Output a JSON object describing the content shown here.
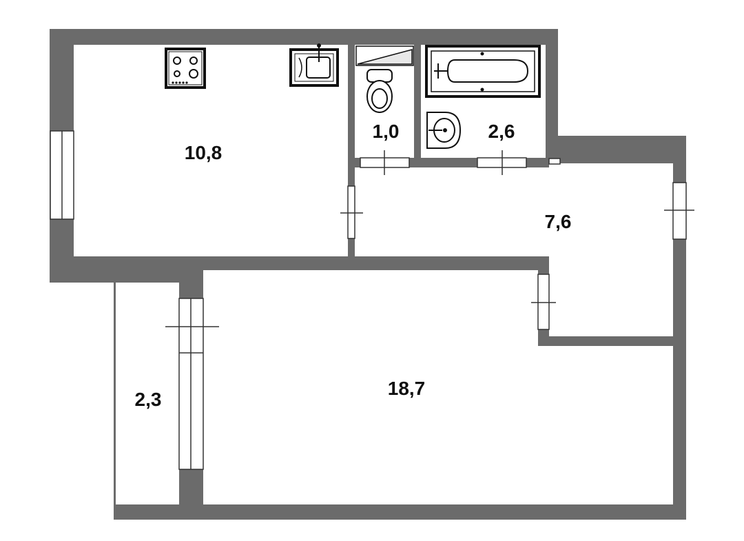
{
  "floorplan": {
    "rooms": [
      {
        "id": "kitchen",
        "area": "10,8"
      },
      {
        "id": "toilet",
        "area": "1,0"
      },
      {
        "id": "bathroom",
        "area": "2,6"
      },
      {
        "id": "hallway",
        "area": "7,6"
      },
      {
        "id": "living-room",
        "area": "18,7"
      },
      {
        "id": "balcony",
        "area": "2,3"
      }
    ]
  }
}
